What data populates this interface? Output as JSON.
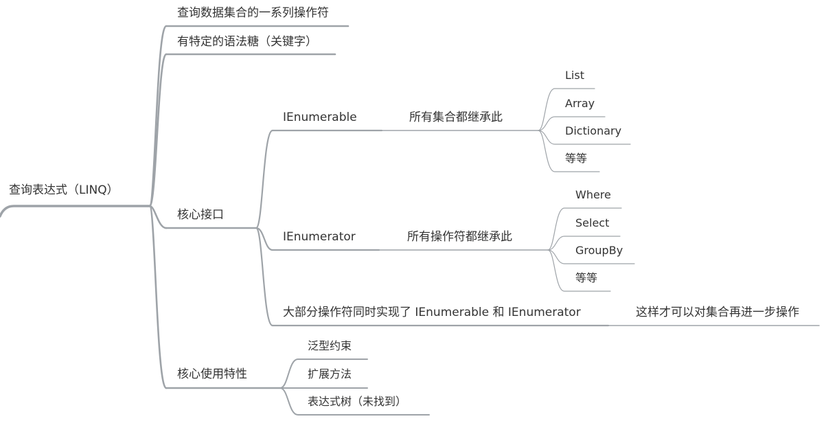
{
  "colors": {
    "line": "#9ea3a8",
    "text": "#333333",
    "background": "#ffffff"
  },
  "mindmap": {
    "root": "查询表达式（LINQ）",
    "branches": [
      {
        "label": "查询数据集合的一系列操作符"
      },
      {
        "label": "有特定的语法糖（关键字）"
      },
      {
        "label": "核心接口",
        "children": [
          {
            "label": "IEnumerable",
            "child": {
              "label": "所有集合都继承此",
              "children": [
                "List",
                "Array",
                "Dictionary",
                "等等"
              ]
            }
          },
          {
            "label": "IEnumerator",
            "child": {
              "label": "所有操作符都继承此",
              "children": [
                "Where",
                "Select",
                "GroupBy",
                "等等"
              ]
            }
          },
          {
            "label": "大部分操作符同时实现了 IEnumerable 和 IEnumerator",
            "child": {
              "label": "这样才可以对集合再进一步操作"
            }
          }
        ]
      },
      {
        "label": "核心使用特性",
        "children": [
          "泛型约束",
          "扩展方法",
          "表达式树（未找到）"
        ]
      }
    ]
  }
}
